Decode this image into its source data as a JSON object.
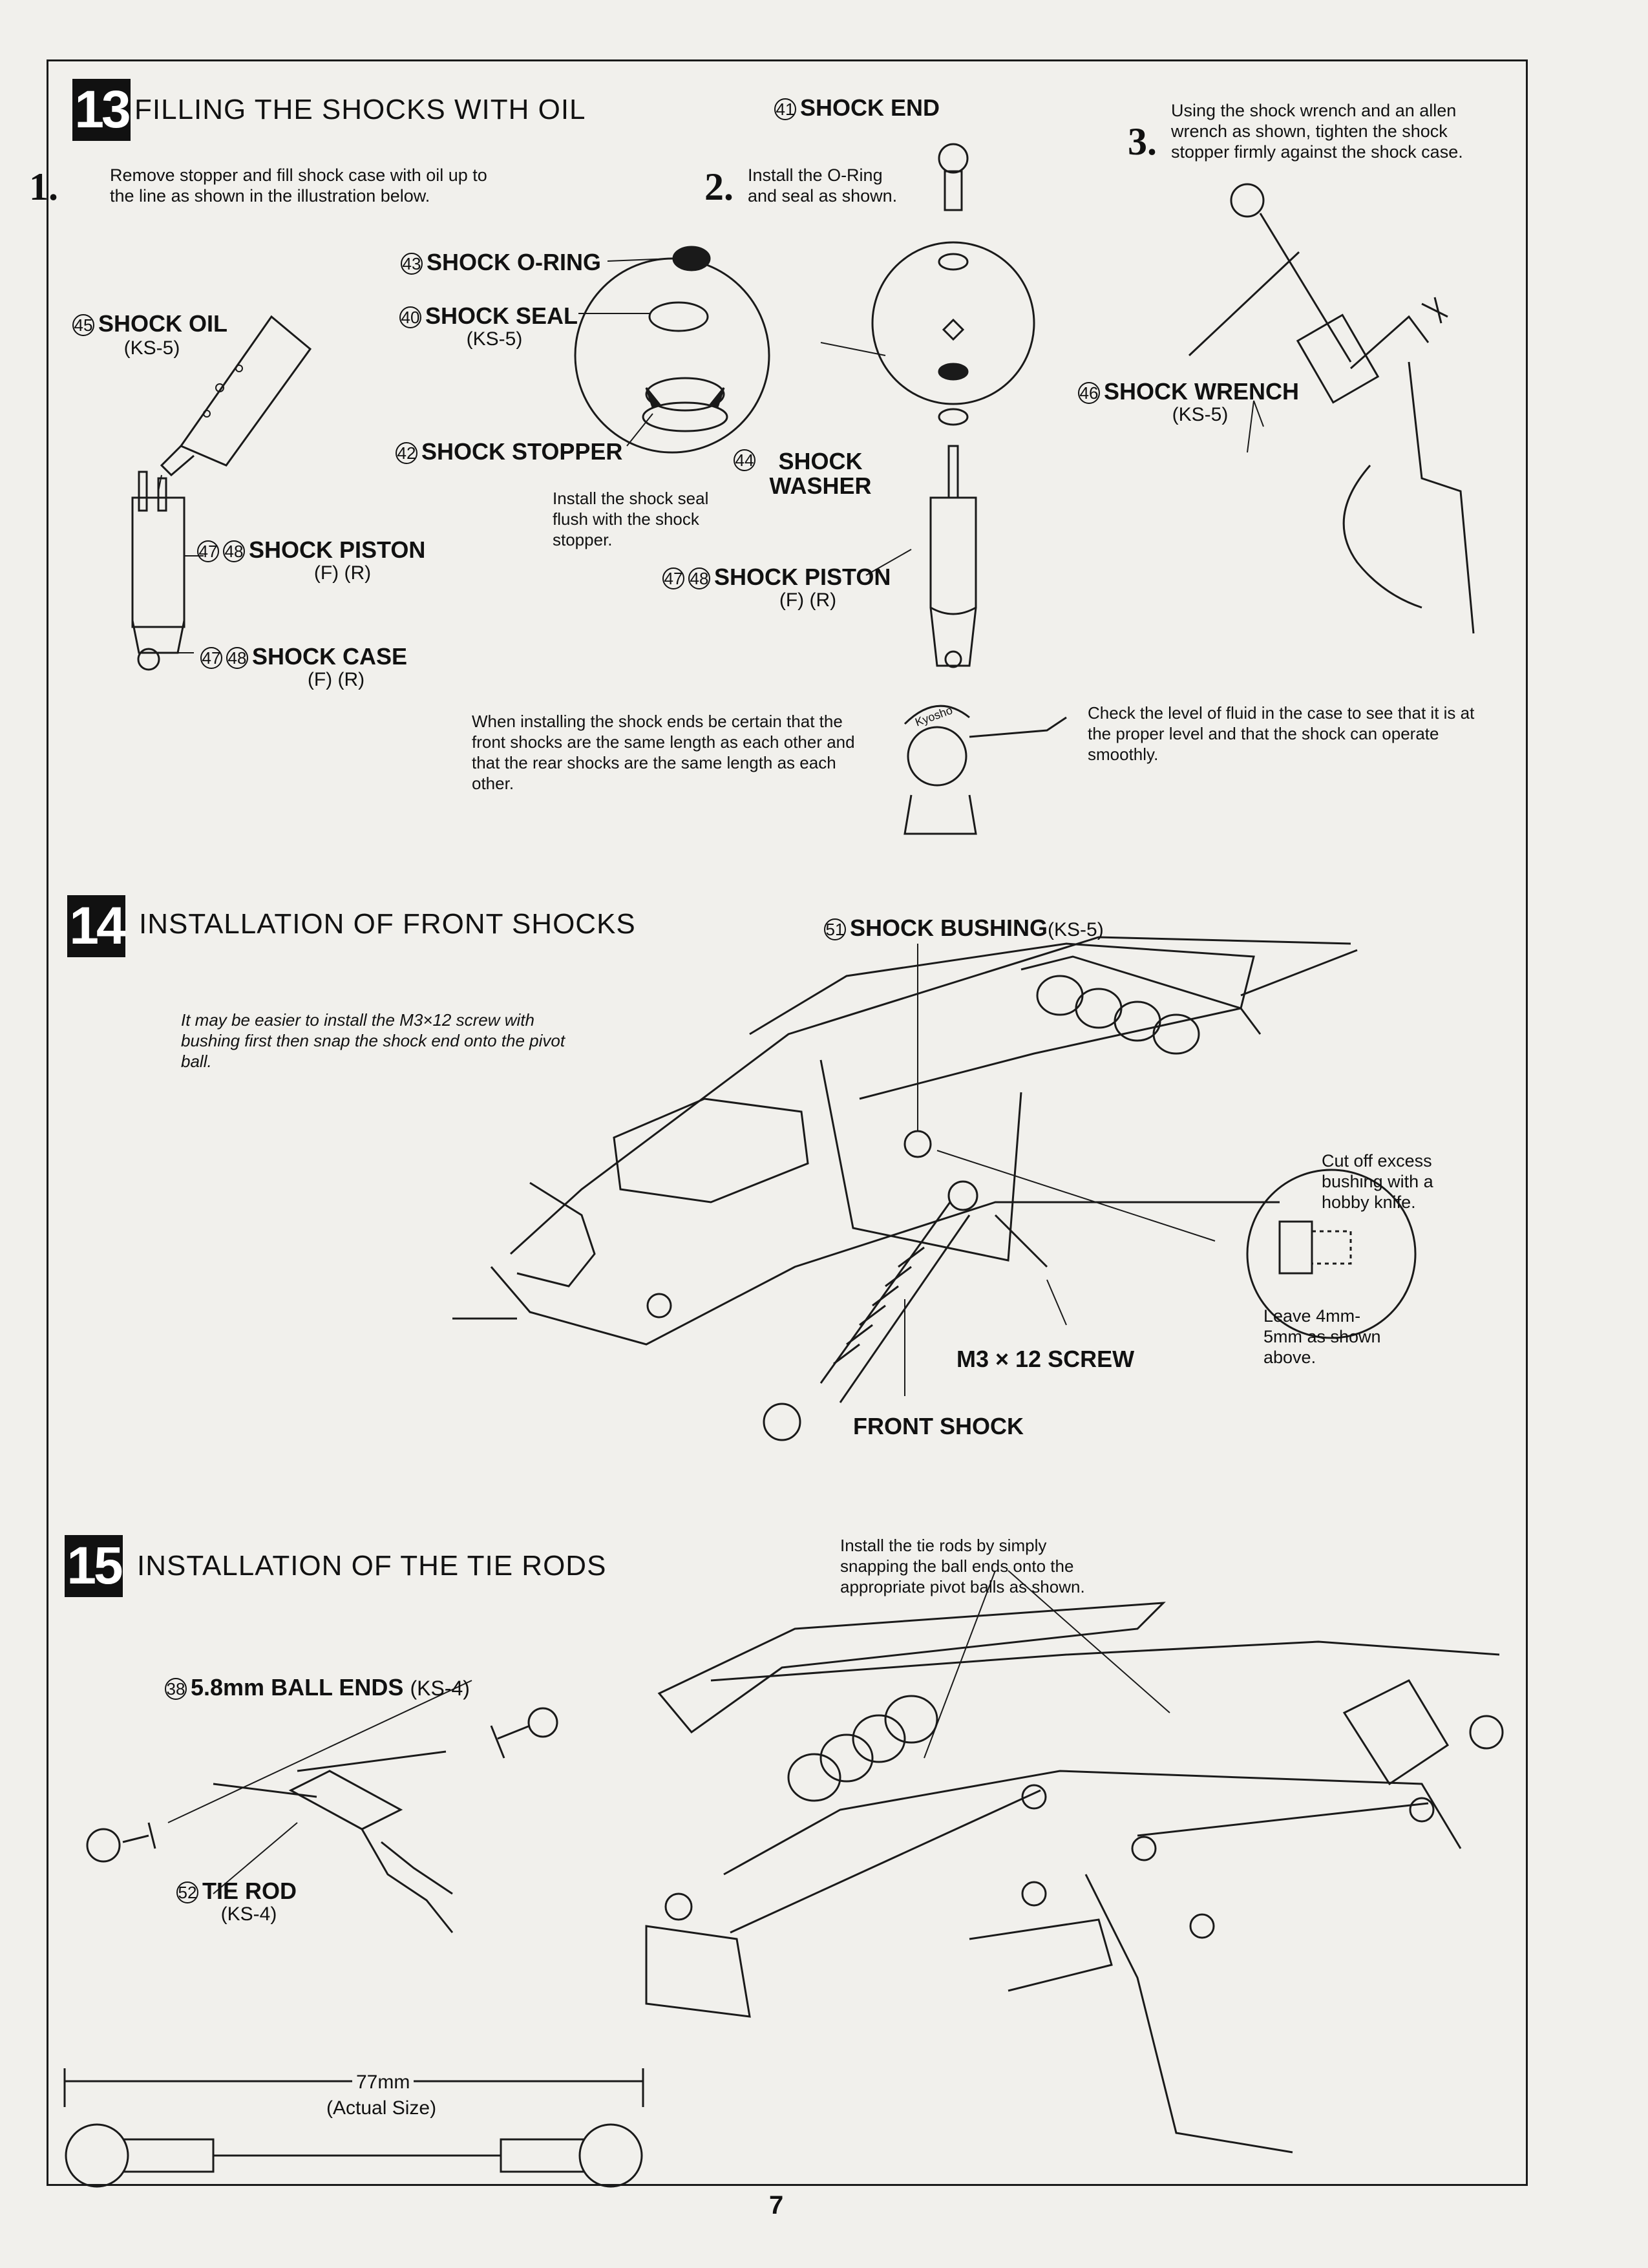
{
  "page": {
    "number": "7"
  },
  "step13": {
    "num": "13",
    "title": "FILLING THE SHOCKS WITH OIL",
    "step1": {
      "num": "1.",
      "text": "Remove stopper and fill shock case with oil up to the line as shown in the illustration below."
    },
    "step2": {
      "num": "2.",
      "text": "Install the O-Ring and seal as shown."
    },
    "step3": {
      "num": "3.",
      "text": "Using the shock wrench and an allen wrench as shown, tighten the shock stopper firmly against the shock case."
    },
    "labels": {
      "shock_oil": {
        "no": "45",
        "name": "SHOCK OIL",
        "sub": "(KS-5)"
      },
      "shock_piston_a": {
        "no1": "47",
        "no2": "48",
        "name": "SHOCK PISTON",
        "sub": "(F) (R)"
      },
      "shock_case": {
        "no1": "47",
        "no2": "48",
        "name": "SHOCK CASE",
        "sub": "(F) (R)"
      },
      "shock_oring": {
        "no": "43",
        "name": "SHOCK O-RING"
      },
      "shock_seal": {
        "no": "40",
        "name": "SHOCK SEAL",
        "sub": "(KS-5)"
      },
      "shock_stopper": {
        "no": "42",
        "name": "SHOCK STOPPER"
      },
      "shock_end": {
        "no": "41",
        "name": "SHOCK END"
      },
      "shock_washer": {
        "no": "44",
        "name": "SHOCK WASHER"
      },
      "shock_piston_b": {
        "no1": "47",
        "no2": "48",
        "name": "SHOCK PISTON",
        "sub": "(F) (R)"
      },
      "shock_wrench": {
        "no": "46",
        "name": "SHOCK WRENCH",
        "sub": "(KS-5)"
      }
    },
    "seal_note": "Install the shock seal flush with the shock stopper.",
    "ends_note": "When installing the shock ends be certain that the front shocks are the same length as each other and that the rear shocks are the same length as each other.",
    "level_note": "Check the level of fluid in the case to see that it is at the proper level and that the shock can operate smoothly.",
    "mascot_cap": "Kyosho"
  },
  "step14": {
    "num": "14",
    "title": "INSTALLATION OF FRONT SHOCKS",
    "note": "It may be easier to install the M3×12 screw with bushing first then snap the shock end onto the pivot ball.",
    "labels": {
      "shock_bushing": {
        "no": "51",
        "name": "SHOCK BUSHING",
        "sub": "(KS-5)"
      },
      "screw": "M3 × 12 SCREW",
      "front_shock": "FRONT SHOCK"
    },
    "cut_note": "Cut off excess bushing with a hobby knife.",
    "leave_note": "Leave 4mm-5mm as shown above."
  },
  "step15": {
    "num": "15",
    "title": "INSTALLATION OF THE TIE RODS",
    "note": "Install the tie rods by simply snapping the ball ends onto the appropriate pivot balls as shown.",
    "labels": {
      "ball_ends": {
        "no": "38",
        "name": "5.8mm BALL ENDS",
        "sub": "(KS-4)"
      },
      "tie_rod": {
        "no": "52",
        "name": "TIE ROD",
        "sub": "(KS-4)"
      }
    },
    "dimension": "77mm",
    "actual_size": "(Actual Size)"
  }
}
